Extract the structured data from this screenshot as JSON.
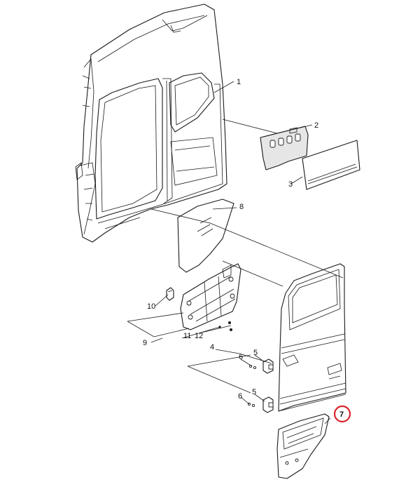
{
  "diagram": {
    "callouts": {
      "c1": "1",
      "c2": "2",
      "c3": "3",
      "c4": "4",
      "c5a": "5",
      "c5b": "5",
      "c6a": "6",
      "c6b": "6",
      "c7": "7",
      "c8": "8",
      "c9": "9",
      "c10": "10",
      "c11": "11",
      "c12": "12"
    },
    "highlight_color": "#d9232e"
  }
}
